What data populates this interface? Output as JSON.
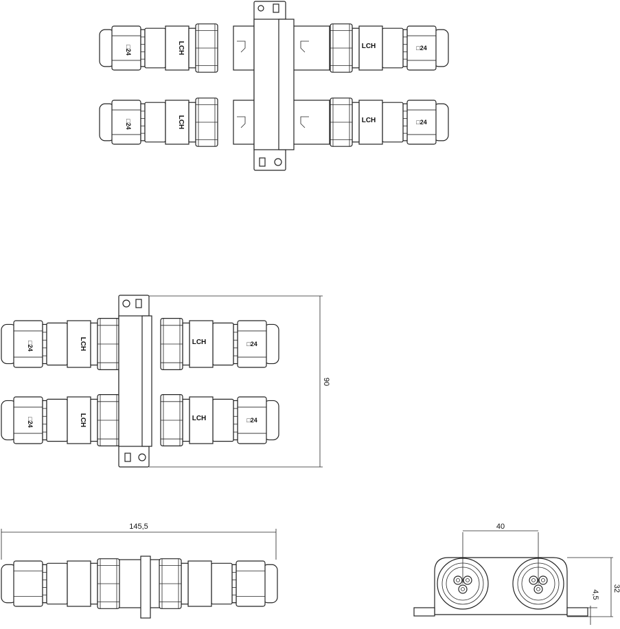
{
  "drawing": {
    "connector_labels": {
      "brand": "LCH",
      "size": "□24"
    },
    "dimensions": {
      "height": "90",
      "length": "145,5",
      "pitch": "40",
      "end_height": "32",
      "flange": "4,5"
    }
  }
}
